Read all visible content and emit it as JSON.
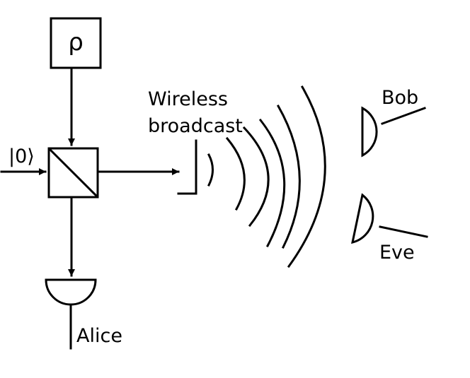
{
  "labels": {
    "source": "ρ",
    "input_state": "|0⟩",
    "broadcast_line1": "Wireless",
    "broadcast_line2": "broadcast",
    "bob": "Bob",
    "eve": "Eve",
    "alice": "Alice"
  },
  "colors": {
    "stroke": "#000000",
    "background": "#ffffff"
  }
}
